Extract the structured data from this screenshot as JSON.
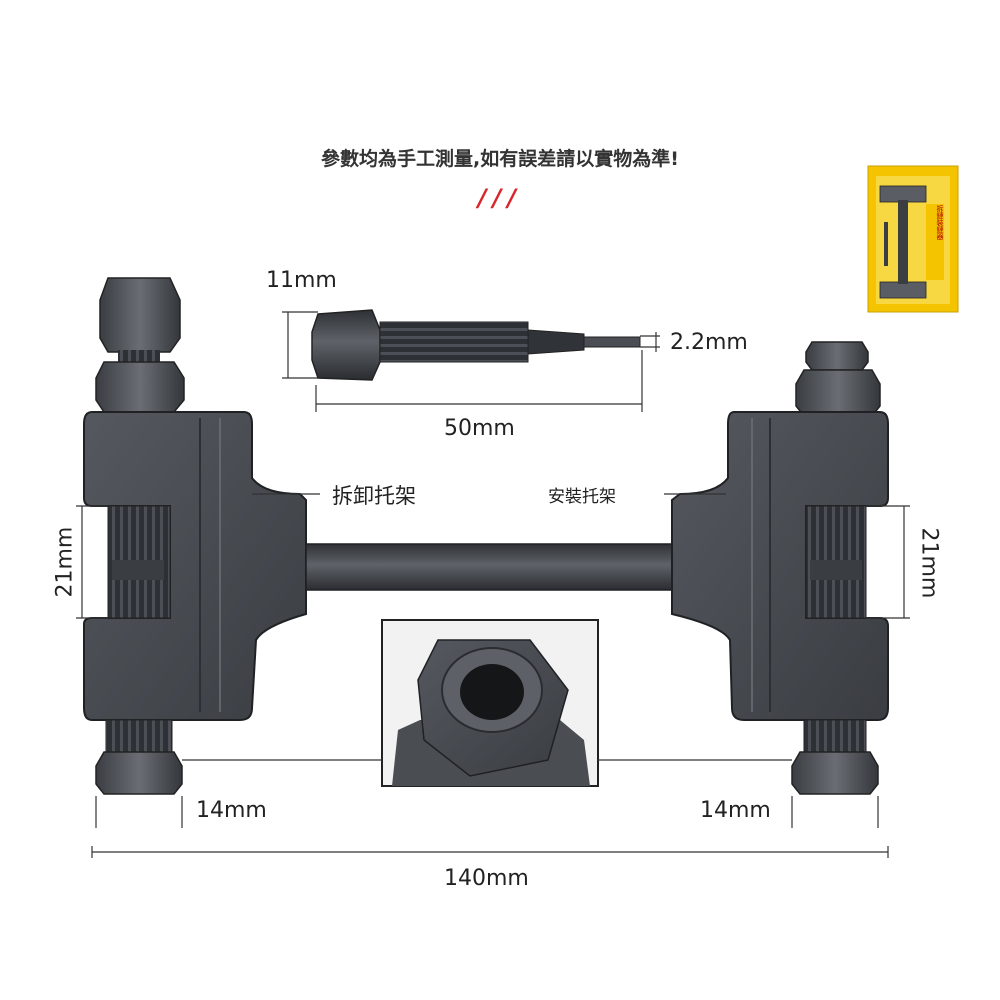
{
  "disclaimer": "參數均為手工測量,如有誤差請以實物為準!",
  "marks": "///",
  "dimensions": {
    "pin_head": "11mm",
    "pin_tip": "2.2mm",
    "pin_length": "50mm",
    "left_gap": "21mm",
    "right_gap": "21mm",
    "left_nut": "14mm",
    "right_nut": "14mm",
    "total_length": "140mm"
  },
  "callouts": {
    "left_bracket": "拆卸托架",
    "right_bracket": "安裝托架"
  },
  "package": {
    "title": "拆鏈裝鏈器"
  },
  "colors": {
    "accent_red": "#d8262a",
    "package_yellow": "#f4c400",
    "metal_dark": "#3c3f44",
    "metal_mid": "#5a5e64"
  },
  "icons": [
    "chain-tool-body",
    "pin-bolt-icon",
    "nut-detail-icon",
    "package-thumbnail"
  ]
}
